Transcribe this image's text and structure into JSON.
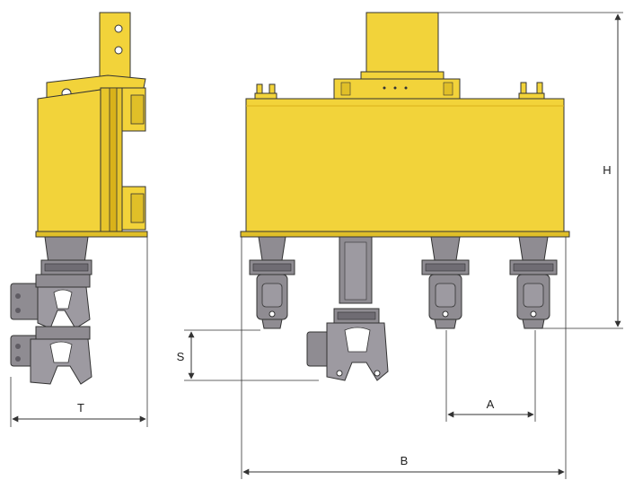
{
  "dimensions": {
    "t": "T",
    "b": "B",
    "a": "A",
    "s": "S",
    "h": "H"
  },
  "colors": {
    "housing": "#f2d33a",
    "housing_dark": "#d9b21a",
    "clamp": "#8f8c92",
    "clamp_dark": "#5f5c63",
    "line": "#333333"
  }
}
